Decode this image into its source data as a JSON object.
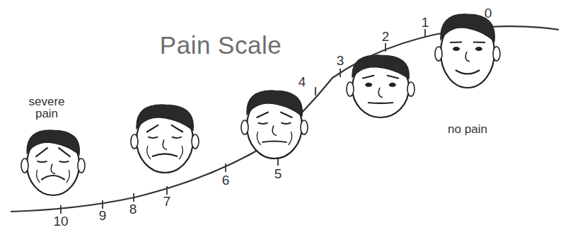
{
  "diagram": {
    "title": "Pain Scale",
    "labels": [
      "severe pain",
      "no pain",
      "10",
      "9",
      "8",
      "7",
      "6",
      "5",
      "4",
      "3",
      "2",
      "1",
      "0"
    ]
  }
}
